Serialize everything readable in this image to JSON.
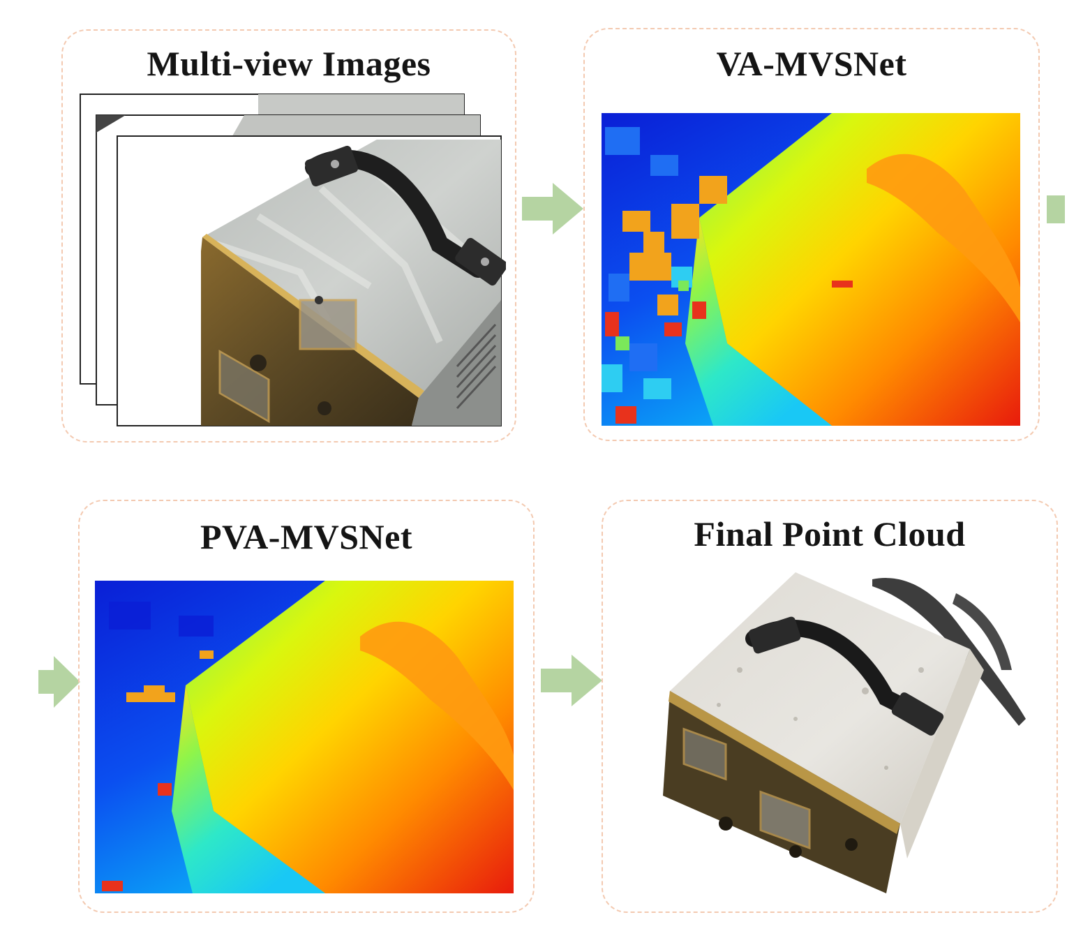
{
  "panels": {
    "multiview": {
      "title": "Multi-view Images"
    },
    "va_mvsnet": {
      "title": "VA-MVSNet"
    },
    "pva_mvsnet": {
      "title": "PVA-MVSNet"
    },
    "point_cloud": {
      "title": "Final Point Cloud"
    }
  },
  "colors": {
    "panel_border": "#f3c9b0",
    "arrow": "#b5d4a2",
    "depth_far": "#0a1fd6",
    "depth_near": "#e81b0c"
  },
  "icons": {
    "flow_arrow": "right-arrow-icon"
  }
}
